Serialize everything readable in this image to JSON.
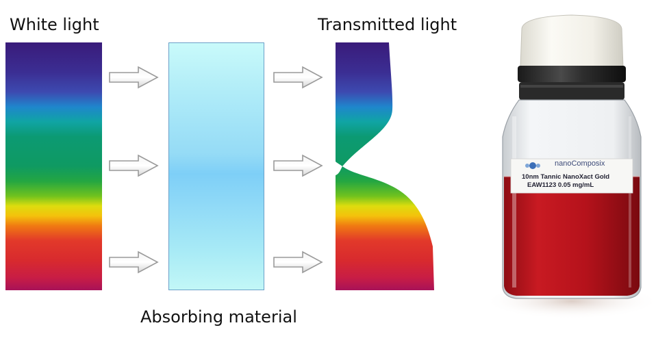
{
  "labels": {
    "white_light": "White light",
    "transmitted_light": "Transmitted light",
    "absorbing_material": "Absorbing material"
  },
  "bottle": {
    "brand": "nanoComposix",
    "product_line1": "10nm Tannic NanoXact Gold",
    "product_line2": "EAW1123   0.05 mg/mL",
    "liquid_color": "#b5121b",
    "cap_color": "#f2f0e8"
  },
  "icons": [
    "arrow-right-icon",
    "nanocomposix-logo-icon"
  ]
}
